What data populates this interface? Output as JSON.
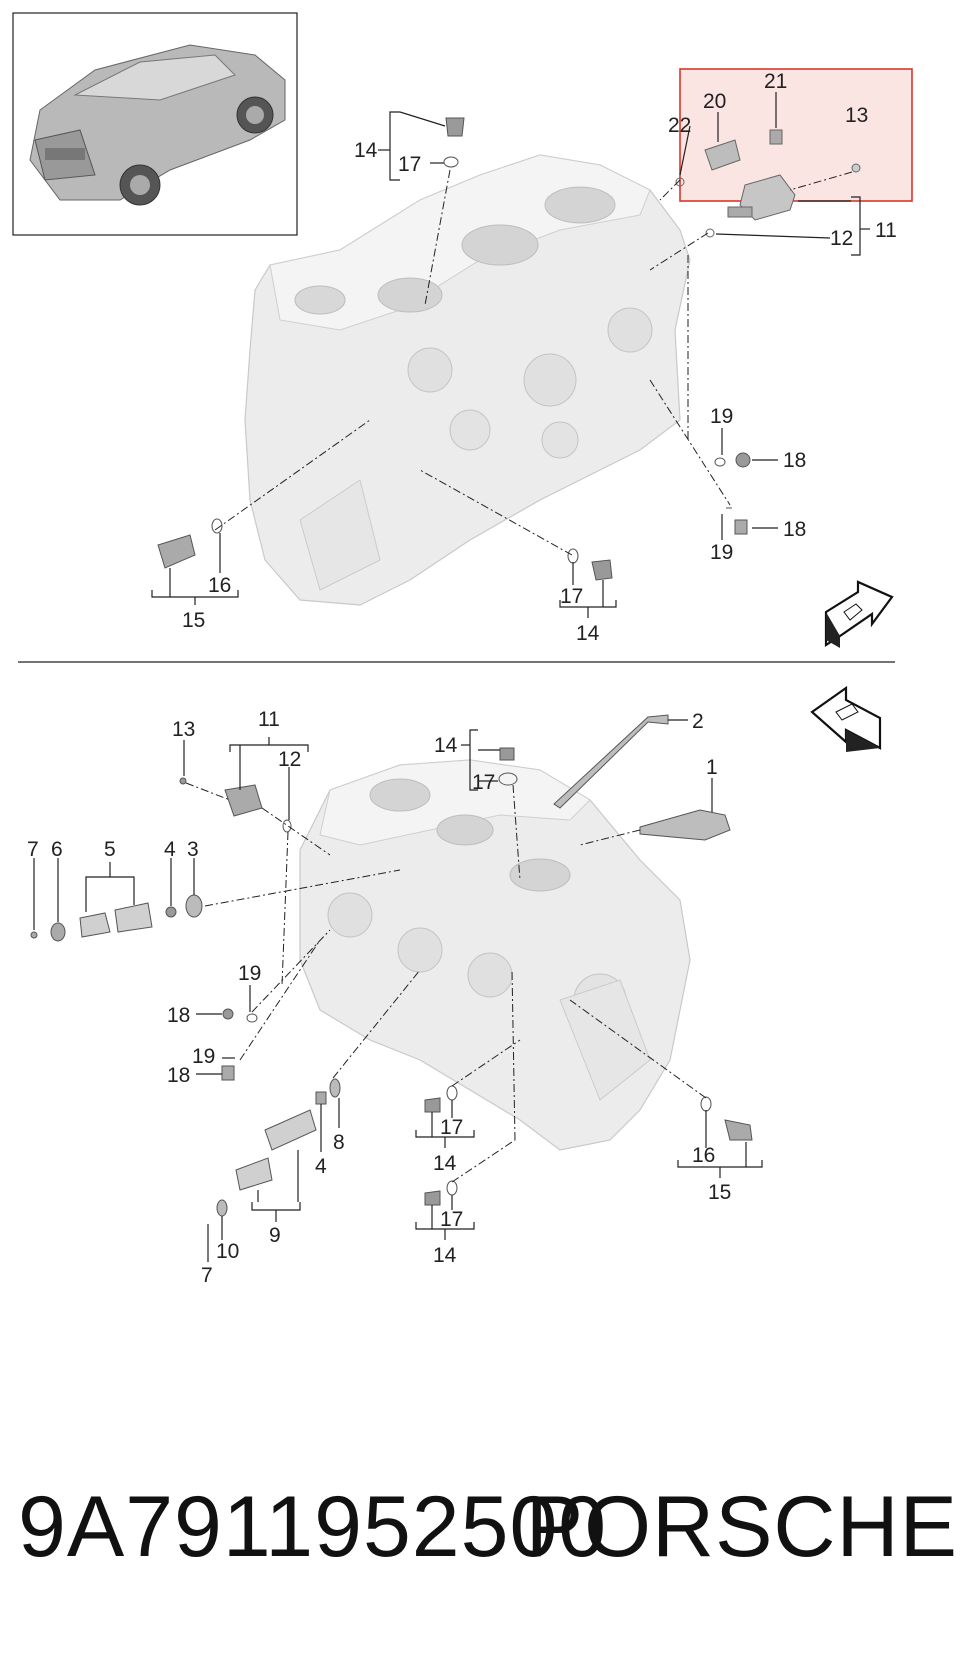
{
  "diagram": {
    "callouts_top": [
      "22",
      "20",
      "21",
      "13",
      "14",
      "17",
      "11",
      "12",
      "19",
      "18",
      "18",
      "19",
      "16",
      "15",
      "17",
      "14"
    ],
    "callouts_bottom": [
      "13",
      "11",
      "12",
      "14",
      "17",
      "2",
      "1",
      "7",
      "6",
      "5",
      "4",
      "3",
      "19",
      "18",
      "19",
      "18",
      "8",
      "4",
      "17",
      "14",
      "16",
      "15",
      "9",
      "10",
      "7",
      "17",
      "14"
    ]
  },
  "footer": {
    "part_number": "9A7911952500",
    "brand": "PORSCHE"
  },
  "colors": {
    "highlight": "#d9362b",
    "highlight_fill": "#fbe5e3",
    "line": "#222222",
    "engine": "#ececec"
  },
  "icons": {
    "car": "car-thumbnail-icon",
    "front_arrow": "front-direction-arrow-icon",
    "rear_arrow": "rear-direction-arrow-icon"
  }
}
